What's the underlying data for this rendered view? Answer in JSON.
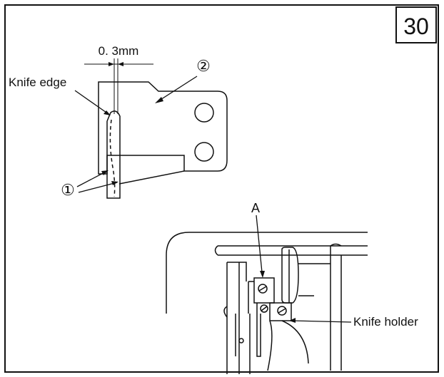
{
  "figure": {
    "number": "30",
    "dimension": "0. 3mm",
    "labels": {
      "knife_edge": "Knife edge",
      "knife_holder": "Knife holder",
      "point_a": "A",
      "callout_1": "①",
      "callout_2": "②"
    }
  }
}
